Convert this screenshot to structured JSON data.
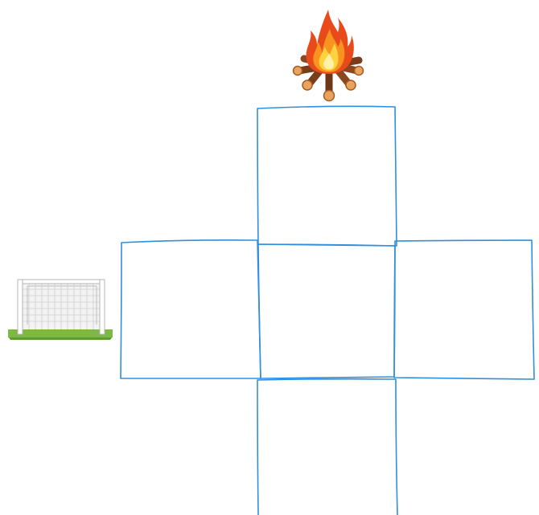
{
  "diagram": {
    "kind": "cube-net",
    "face_count": 6,
    "visible_faces": [
      "top",
      "left",
      "center",
      "right",
      "bottom"
    ],
    "line_color": "#2f8fde",
    "items": [
      {
        "name": "campfire",
        "icon": "campfire-icon",
        "placed_above": "top"
      },
      {
        "name": "soccer-goal",
        "icon": "soccer-goal-icon",
        "placed_left_of": "left"
      }
    ]
  }
}
